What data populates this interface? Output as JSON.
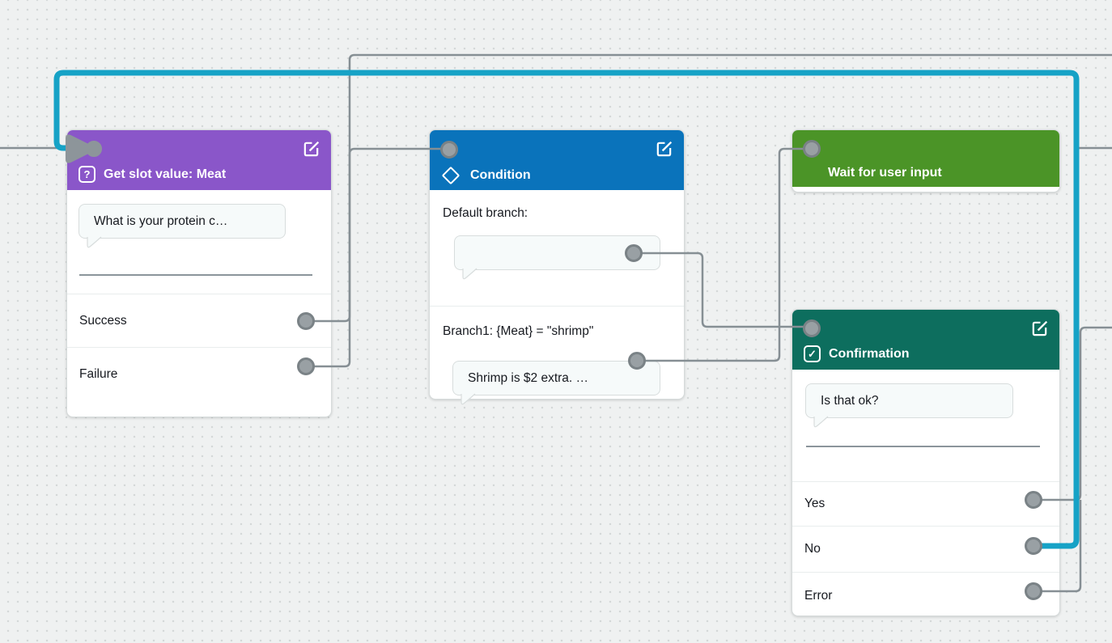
{
  "canvas": {
    "background": "#eff1f1",
    "dot_color": "#d4d8d8",
    "edge_color": "#868f94",
    "selected_edge_color": "#16a2c6",
    "port_fill": "#99a0a4",
    "port_stroke": "#7a8286"
  },
  "nodes": {
    "get_slot_value": {
      "title": "Get slot value: Meat",
      "header_color": "#8a56c9",
      "icon": "question-box-icon",
      "icon_glyph": "?",
      "edit_icon": "edit-icon",
      "prompt_bubble": "What is your protein c…",
      "outputs": [
        "Success",
        "Failure"
      ]
    },
    "condition": {
      "title": "Condition",
      "header_color": "#0a73bb",
      "icon": "diamond-icon",
      "edit_icon": "edit-icon",
      "sections": [
        {
          "label": "Default branch:",
          "bubble": ""
        },
        {
          "label": "Branch1: {Meat} = \"shrimp\"",
          "bubble": "Shrimp is $2 extra. …"
        }
      ]
    },
    "wait_for_user_input": {
      "title": "Wait for user input",
      "color": "#4b9427"
    },
    "confirmation": {
      "title": "Confirmation",
      "header_color": "#0d6e5e",
      "icon": "checkbox-icon",
      "icon_glyph": "✓",
      "edit_icon": "edit-icon",
      "prompt_bubble": "Is that ok?",
      "outputs": [
        "Yes",
        "No",
        "Error"
      ]
    }
  },
  "connections": [
    {
      "from": "offscreen-left",
      "to": "get-slot-value-input",
      "selected": false
    },
    {
      "from": "confirmation-no",
      "to": "get-slot-value-input",
      "selected": true
    },
    {
      "from": "get-slot-value-success",
      "to": "condition-input",
      "selected": false
    },
    {
      "from": "get-slot-value-failure",
      "to": "offscreen-right-top",
      "selected": false
    },
    {
      "from": "condition-default-branch",
      "to": "confirmation-input",
      "selected": false
    },
    {
      "from": "condition-branch1",
      "to": "wait-for-user-input-input",
      "selected": false
    },
    {
      "from": "confirmation-yes",
      "to": "offscreen-right",
      "selected": false
    },
    {
      "from": "confirmation-error",
      "to": "offscreen-right",
      "selected": false
    },
    {
      "from": "offscreen-right-middle",
      "to": "hidden-behind-selected-edge",
      "selected": false
    }
  ]
}
